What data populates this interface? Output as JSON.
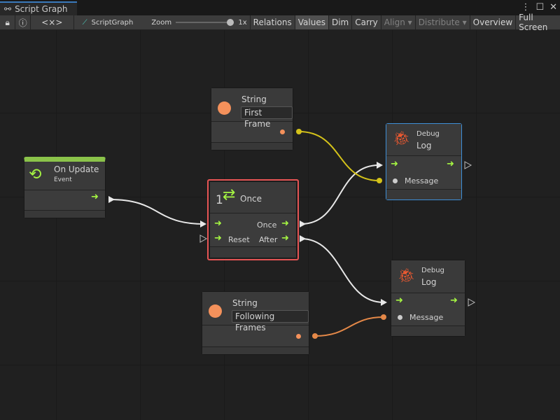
{
  "window": {
    "tab_title": "Script Graph",
    "menu_icon": "kebab-icon",
    "maximize_icon": "maximize-icon",
    "close_icon": "close-icon"
  },
  "toolbar": {
    "lock_icon": "lock-icon",
    "info_icon": "info-icon",
    "variables_label": "<×>",
    "graph_name": "ScriptGraph",
    "zoom_label": "Zoom",
    "zoom_value": "1x",
    "zoom_level": 1.0,
    "relations": "Relations",
    "values": "Values",
    "dim": "Dim",
    "carry": "Carry",
    "align": "Align",
    "distribute": "Distribute",
    "overview": "Overview",
    "full_screen": "Full Screen"
  },
  "colors": {
    "flow": "#a5f542",
    "string": "#f4915b",
    "selected": "#e55454",
    "edge_string_1": "#d4c21a",
    "edge_string_2": "#e48848"
  },
  "nodes": {
    "on_update": {
      "title": "On Update",
      "subtitle": "Event"
    },
    "string1": {
      "title": "String",
      "value": "First Frame"
    },
    "once": {
      "count": "1",
      "title": "Once",
      "out_once": "Once",
      "reset": "Reset",
      "after": "After"
    },
    "log1": {
      "subtitle": "Debug",
      "title": "Log",
      "message": "Message"
    },
    "string2": {
      "title": "String",
      "value": "Following Frames"
    },
    "log2": {
      "subtitle": "Debug",
      "title": "Log",
      "message": "Message"
    }
  }
}
